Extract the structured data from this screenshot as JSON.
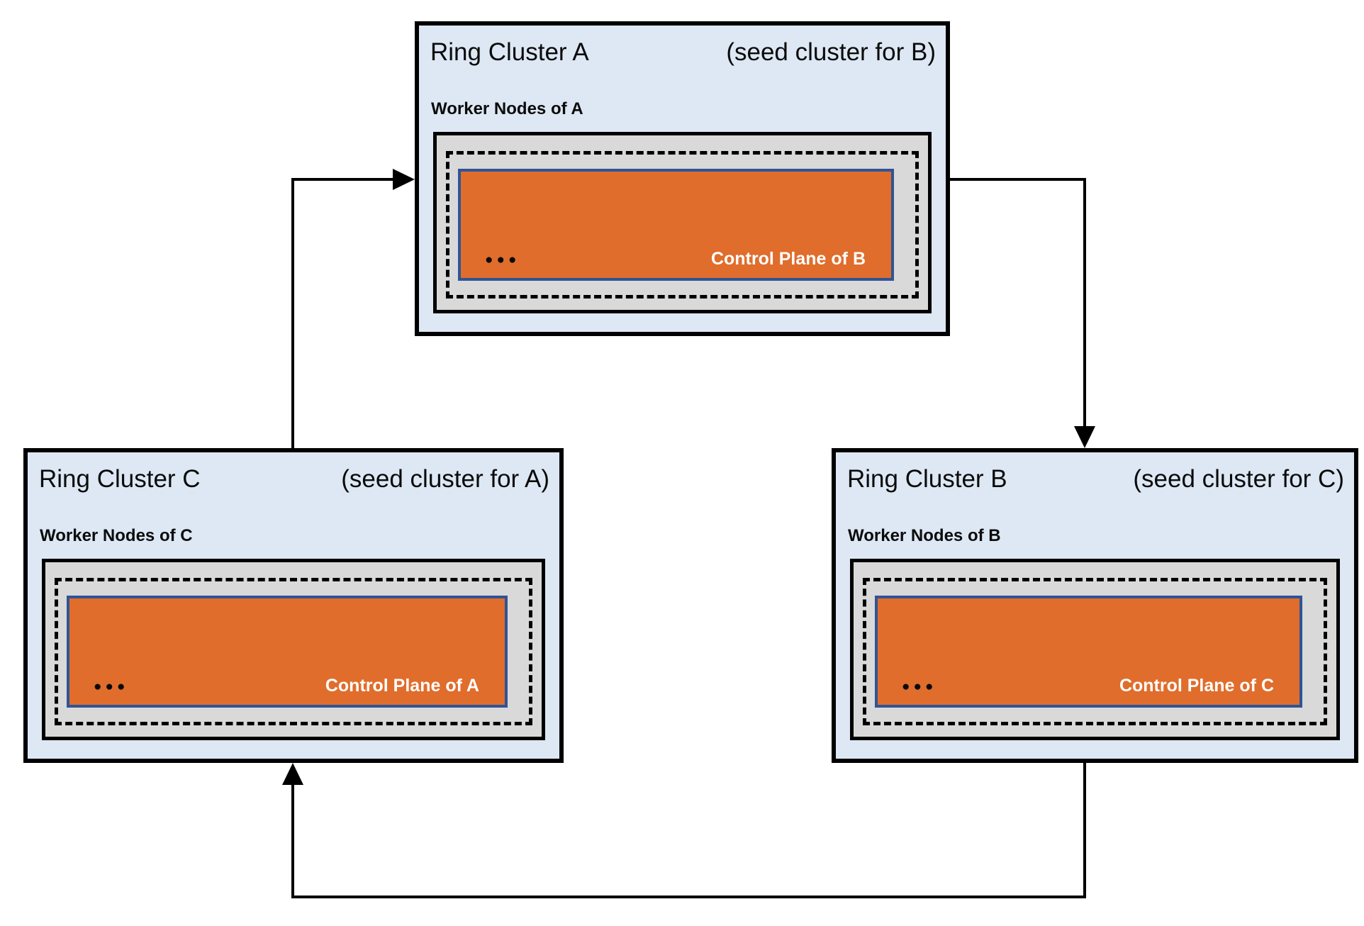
{
  "diagram": {
    "colors": {
      "cluster_bg": "#dde8f4",
      "cluster_border": "#000000",
      "worker_box_bg": "#d9d9d9",
      "worker_box_border": "#000000",
      "dashed_border": "#000000",
      "control_plane_bg": "#e06d2c",
      "control_plane_border": "#2f5496",
      "control_plane_text": "#ffffff",
      "arrow_color": "#000000",
      "title_text": "#0b0b0b",
      "page_bg": "#ffffff"
    },
    "clusters": [
      {
        "id": "A",
        "name": "Ring Cluster A",
        "seed_note": "(seed cluster for B)",
        "worker_label": "Worker Nodes of A",
        "control_plane_label": "Control Plane of B",
        "ellipsis": "●●●"
      },
      {
        "id": "B",
        "name": "Ring Cluster B",
        "seed_note": "(seed cluster for C)",
        "worker_label": "Worker Nodes of B",
        "control_plane_label": "Control Plane of C",
        "ellipsis": "●●●"
      },
      {
        "id": "C",
        "name": "Ring Cluster C",
        "seed_note": "(seed cluster for A)",
        "worker_label": "Worker Nodes of C",
        "control_plane_label": "Control Plane of A",
        "ellipsis": "●●●"
      }
    ],
    "connections": [
      {
        "from": "Ring Cluster C",
        "to": "Ring Cluster A"
      },
      {
        "from": "Ring Cluster A",
        "to": "Ring Cluster B"
      },
      {
        "from": "Ring Cluster B",
        "to": "Ring Cluster C"
      }
    ]
  }
}
